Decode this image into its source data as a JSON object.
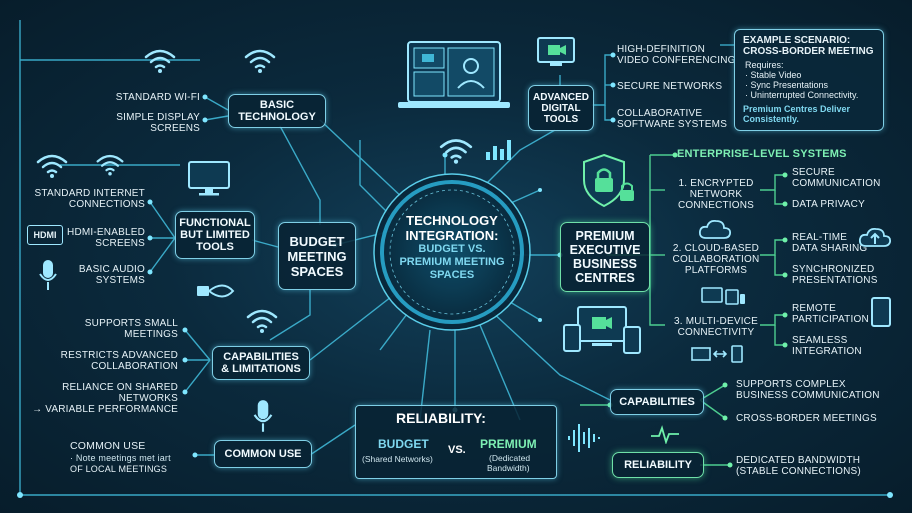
{
  "center": {
    "line1": "TECHNOLOGY",
    "line2": "INTEGRATION:",
    "line3": "BUDGET VS.",
    "line4": "PREMIUM MEETING",
    "line5": "SPACES"
  },
  "basic_tech": {
    "label_1": "BASIC",
    "label_2": "TECHNOLOGY",
    "item_wifi": "STANDARD WI-FI",
    "item_screens_1": "SIMPLE DISPLAY",
    "item_screens_2": "SCREENS"
  },
  "budget": {
    "label_1": "BUDGET",
    "label_2": "MEETING",
    "label_3": "SPACES"
  },
  "functional": {
    "label_1": "FUNCTIONAL",
    "label_2": "BUT LIMITED",
    "label_3": "TOOLS",
    "item_internet_1": "STANDARD INTERNET",
    "item_internet_2": "CONNECTIONS",
    "item_hdmi_1": "HDMI-ENABLED",
    "item_hdmi_2": "SCREENS",
    "item_audio_1": "BASIC AUDIO",
    "item_audio_2": "SYSTEMS",
    "hdmi_badge": "HDMI"
  },
  "capabilities_limitations": {
    "label_1": "CAPABILITIES",
    "label_2": "& LIMITATIONS",
    "item_small_1": "SUPPORTS SMALL",
    "item_small_2": "MEETINGS",
    "item_restricts_1": "RESTRICTS ADVANCED",
    "item_restricts_2": "COLLABORATION",
    "item_reliance_1": "RELIANCE ON SHARED",
    "item_reliance_2": "NETWORKS",
    "item_variable": "→ VARIABLE PERFORMANCE"
  },
  "common_use": {
    "label": "COMMON USE",
    "title": "COMMON USE",
    "note_1": "· Note meetings met iart",
    "note_2": "oF LOCAL MEETINGS"
  },
  "reliability_panel": {
    "title": "RELIABILITY:",
    "budget": "BUDGET",
    "budget_sub": "(Shared Networks)",
    "vs": "VS.",
    "premium": "PREMIUM",
    "premium_sub_1": "(Dedicated",
    "premium_sub_2": "Bandwidth)"
  },
  "advanced": {
    "label_1": "ADVANCED",
    "label_2": "DIGITAL",
    "label_3": "TOOLS",
    "item_video_1": "HIGH-DEFINITION",
    "item_video_2": "VIDEO CONFERENCING",
    "item_secure": "SECURE NETWORKS",
    "item_collab_1": "COLLABORATIVE",
    "item_collab_2": "SOFTWARE SYSTEMS"
  },
  "scenario": {
    "title_1": "EXAMPLE SCENARIO:",
    "title_2": "CROSS-BORDER MEETING",
    "requires": "Requires:",
    "req_1": "· Stable Video",
    "req_2": "· Sync Presentations",
    "req_3": "· Uninterrupted Connectivity.",
    "footer_1": "Premium Centres Deliver",
    "footer_2": "Consistently."
  },
  "enterprise": {
    "title": "ENTERPRISE-LEVEL SYSTEMS",
    "n1_1": "1. ENCRYPTED",
    "n1_2": "NETWORK",
    "n1_3": "CONNECTIONS",
    "n1_a_1": "SECURE",
    "n1_a_2": "COMMUNICATION",
    "n1_b": "DATA PRIVACY",
    "n2_1": "2. CLOUD-BASED",
    "n2_2": "COLLABORATION",
    "n2_3": "PLATFORMS",
    "n2_a_1": "REAL-TIME",
    "n2_a_2": "DATA SHARING",
    "n2_b_1": "SYNCHRONIZED",
    "n2_b_2": "PRESENTATIONS",
    "n3_1": "3. MULTI-DEVICE",
    "n3_2": "CONNECTIVITY",
    "n3_a_1": "REMOTE",
    "n3_a_2": "PARTICIPATION",
    "n3_b_1": "SEAMLESS",
    "n3_b_2": "INTEGRATION"
  },
  "premium": {
    "label_1": "PREMIUM",
    "label_2": "EXECUTIVE",
    "label_3": "BUSINESS",
    "label_4": "CENTRES"
  },
  "capabilities_premium": {
    "label": "CAPABILITIES",
    "item_complex_1": "SUPPORTS COMPLEX",
    "item_complex_2": "BUSINESS COMMUNICATION",
    "item_cross": "CROSS-BORDER MEETINGS"
  },
  "reliability_premium": {
    "label": "RELIABILITY",
    "item_1": "DEDICATED BANDWIDTH",
    "item_2": "(STABLE CONNECTIONS)"
  },
  "colors": {
    "line": "#3fb7d6",
    "green": "#55e09a",
    "text": "#e6f2f7"
  }
}
